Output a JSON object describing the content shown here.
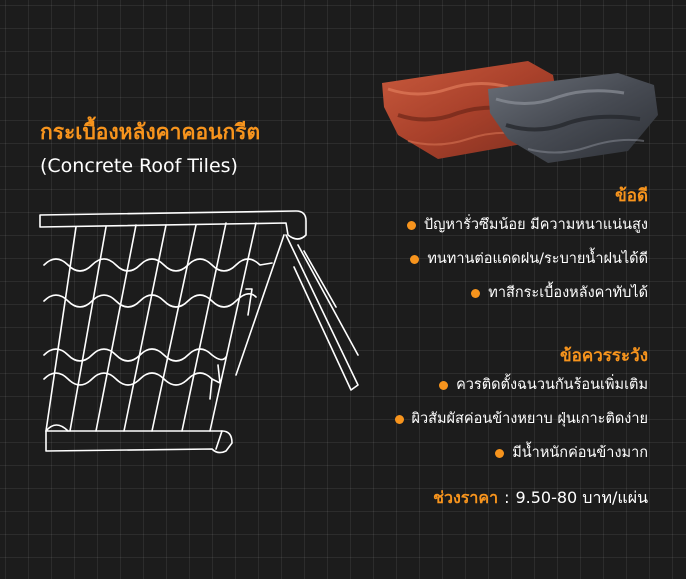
{
  "title": "กระเบื้องหลังคาคอนกรีต",
  "subtitle": "(Concrete Roof Tiles)",
  "pros": {
    "heading": "ข้อดี",
    "items": [
      "ปัญหารั่วซึมน้อย มีความหนาแน่นสูง",
      "ทนทานต่อแดดฝน/ระบายน้ำฝนได้ดี",
      "ทาสีกระเบื้องหลังคาทับได้"
    ]
  },
  "cons": {
    "heading": "ข้อควรระวัง",
    "items": [
      "ควรติดตั้งฉนวนกันร้อนเพิ่มเติม",
      "ผิวสัมผัสค่อนข้างหยาบ ฝุ่นเกาะติดง่าย",
      "มีน้ำหนักค่อนข้างมาก"
    ]
  },
  "price": {
    "label": "ช่วงราคา",
    "separator": ":",
    "value": "9.50-80 บาท/แผ่น"
  },
  "colors": {
    "accent": "#f7941d",
    "background": "#1c1c1c",
    "tile_red": "#b84a32",
    "tile_gray": "#4b4f57"
  }
}
